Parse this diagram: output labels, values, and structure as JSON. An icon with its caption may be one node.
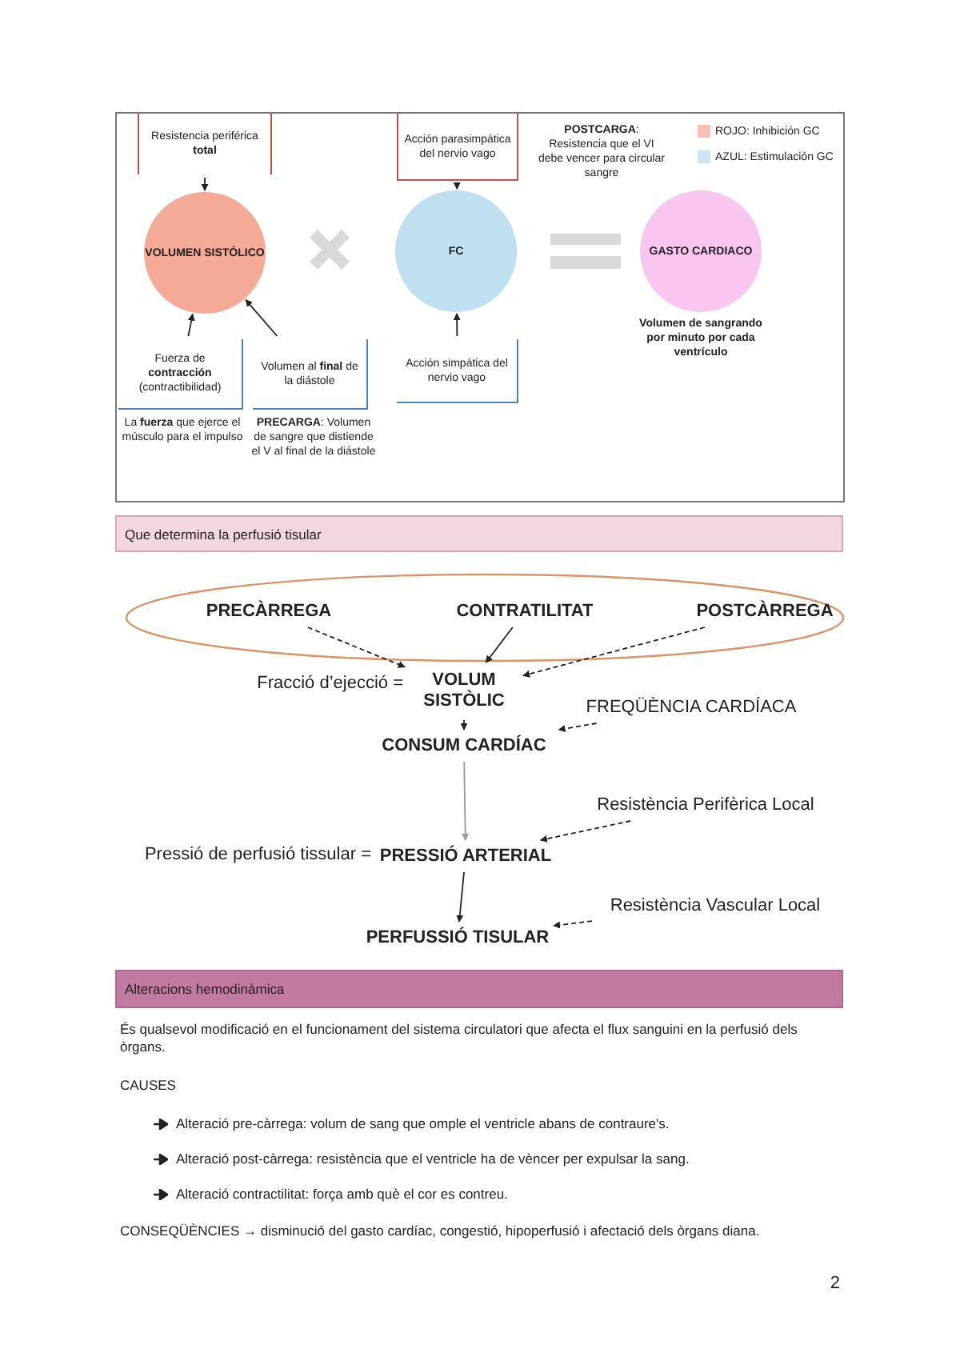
{
  "diagram": {
    "nodes": [
      {
        "text": [
          "Resistencia periférica **total**"
        ]
      },
      {
        "text": [
          "Acción parasimpática del nervio vago"
        ]
      },
      {
        "text": [
          "VOLUMEN SISTÓLICO"
        ]
      },
      {
        "text": [
          "FC"
        ]
      },
      {
        "text": [
          "GASTO CARDIACO"
        ],
        "beside": [
          "Volumen de sangrando por minuto por cada ventrículo"
        ]
      },
      {
        "text": [
          "Fuerza de **contracción** (contractibilidad)"
        ]
      },
      {
        "text": [
          "Volumen al **final** de la diástole"
        ]
      },
      {
        "text": [
          "Acción simpática del nervio vago"
        ]
      },
      {
        "text": [
          "Que determina la perfusió tisular"
        ]
      },
      {
        "text": [],
        "shape": "ellipse"
      },
      {
        "text": [
          "PRECÀRREGA"
        ],
        "in": 9
      },
      {
        "text": [
          "CONTRATILITAT"
        ],
        "in": 9
      },
      {
        "text": [
          "POSTCÀRREGA"
        ],
        "in": 9
      },
      {
        "text": [
          "VOLUM SISTÒLIC"
        ],
        "beside": [
          "Fracció d’ejecció ="
        ]
      },
      {
        "text": [
          "CONSUM CARDÍAC"
        ]
      },
      {
        "text": [
          "FREQÜÈNCIA CARDÍACA"
        ]
      },
      {
        "text": [
          "PRESSIÓ ARTERIAL"
        ],
        "beside": [
          "Pressió de perfusió tissular ="
        ]
      },
      {
        "text": [
          "Resistència Perifèrica Local"
        ]
      },
      {
        "text": [
          "PERFUSSIÓ TISULAR"
        ]
      },
      {
        "text": [
          "Resistència Vascular Local"
        ]
      },
      {
        "text": [
          "Alteracions hemodinàmica"
        ]
      }
    ],
    "edges": [
      {
        "from": 0,
        "to": 2,
        "arrow": "to"
      },
      {
        "from": 1,
        "to": 3,
        "arrow": "to"
      },
      {
        "from": 5,
        "to": 2,
        "arrow": "to"
      },
      {
        "from": 6,
        "to": 2,
        "arrow": "to"
      },
      {
        "from": 7,
        "to": 3,
        "arrow": "to"
      },
      {
        "from": 10,
        "to": 13,
        "arrow": "to",
        "style": "dashed"
      },
      {
        "from": 11,
        "to": 13,
        "arrow": "to"
      },
      {
        "from": 12,
        "to": 13,
        "arrow": "to",
        "style": "dashed"
      },
      {
        "from": 13,
        "to": 14,
        "arrow": "to"
      },
      {
        "from": 15,
        "to": 14,
        "arrow": "to",
        "style": "dashed"
      },
      {
        "from": 14,
        "to": 16,
        "arrow": "to",
        "color": "#9a9a9a"
      },
      {
        "from": 17,
        "to": 16,
        "arrow": "to",
        "style": "dashed"
      },
      {
        "from": 16,
        "to": 18,
        "arrow": "to"
      },
      {
        "from": 19,
        "to": 18,
        "arrow": "to",
        "style": "dashed"
      }
    ],
    "labels": [
      "**POSTCARGA**: Resistencia que el VI debe vencer para circular sangre",
      "La **fuerza** que ejerce el músculo para el impulso",
      "**PRECARGA**: Volumen de sangre que distiende el V al final de la diástole",
      "És qualsevol modificació en el funcionament del sistema circulatori que afecta el flux sanguini en la perfusió dels òrgans.",
      "CAUSES",
      "Alteració pre-càrrega: volum de sang que omple el ventricle abans de contraure's.",
      "Alteració post-càrrega: resistència que el ventricle ha de vèncer per expulsar la sang.",
      "Alteració contractilitat: força amb què el cor es contreu.",
      "CONSEQÜÈNCIES → disminució del gasto cardíac, congestió, hipoperfusió i afectació dels òrgans diana.",
      "2"
    ],
    "legend": [
      {
        "text": "ROJO: Inhibición GC",
        "color": "#f6c1b4"
      },
      {
        "text": "AZUL: Estimulación GC",
        "color": "#cfe5f4"
      }
    ]
  }
}
